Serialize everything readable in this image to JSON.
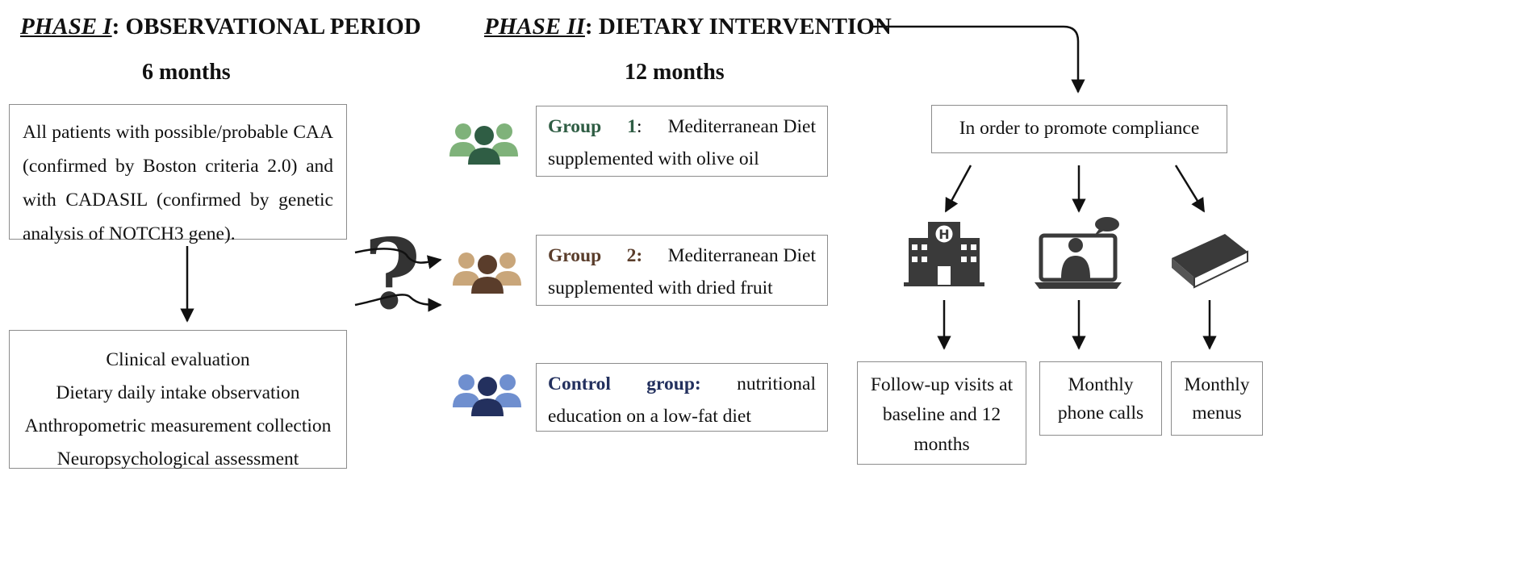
{
  "phase1": {
    "label": "PHASE I",
    "title": ": OBSERVATIONAL PERIOD",
    "duration": "6 months",
    "criteria_lines": [
      "All patients with possible/probable CAA",
      "(confirmed by Boston criteria 2.0) and",
      "with CADASIL (confirmed by genetic",
      "analysis of NOTCH3 gene)."
    ],
    "evaluations": [
      "Clinical evaluation",
      "Dietary daily intake observation",
      "Anthropometric measurement collection",
      "Neuropsychological assessment"
    ]
  },
  "phase2": {
    "label": "PHASE II",
    "title": ": DIETARY INTERVENTION",
    "duration": "12 months",
    "groups": [
      {
        "name": "Group",
        "num": "1",
        "line1_rest": "Mediterranean Diet",
        "line2": "supplemented with olive oil",
        "color": "#2f5d44"
      },
      {
        "name": "Group",
        "num": "2",
        "line1_rest": "Mediterranean Diet",
        "line2": "supplemented with dried fruit",
        "color": "#5a3d2b"
      },
      {
        "name": "Control",
        "num": "group:",
        "line1_rest": "nutritional",
        "line2": "education on a low-fat diet",
        "color": "#23305e"
      }
    ],
    "icon_colors": {
      "group1": {
        "front": "#2f5d44",
        "back": "#7fb27a"
      },
      "group2": {
        "front": "#5a3d2b",
        "back": "#c9a67a"
      },
      "control": {
        "front": "#23305e",
        "back": "#6f8fcf"
      }
    }
  },
  "compliance": {
    "header": "In order to promote compliance",
    "icons": [
      "hospital-icon",
      "laptop-doctor-icon",
      "book-icon"
    ],
    "items": [
      {
        "lines": [
          "Follow-up visits at",
          "baseline and 12",
          "months"
        ]
      },
      {
        "lines": [
          "Monthly",
          "phone calls"
        ]
      },
      {
        "lines": [
          "Monthly",
          "menus"
        ]
      }
    ]
  },
  "symbols": {
    "question": "?"
  }
}
